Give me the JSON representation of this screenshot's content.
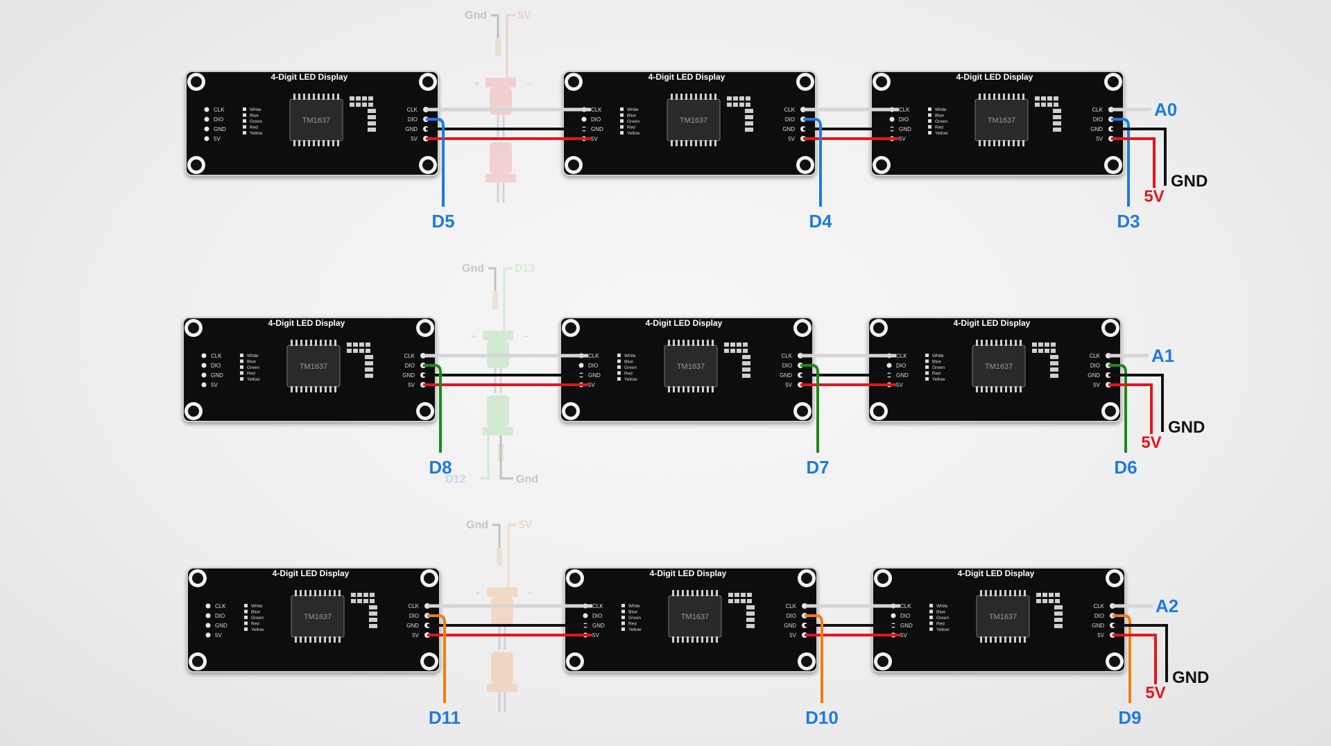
{
  "module_title": "4-Digit LED Display",
  "chip_label": "TM1637",
  "pin_labels": [
    "CLK",
    "DIO",
    "GND",
    "5V"
  ],
  "color_labels": [
    "White",
    "Blue",
    "Green",
    "Red",
    "Yellow"
  ],
  "colors": {
    "clk_wire": "#d6d6d6",
    "gnd_wire": "#111111",
    "vcc_wire": "#e3161b",
    "row1_dio": "#1e7ae0",
    "row2_dio": "#1a8a1a",
    "row3_dio": "#f07d12",
    "label_blue": "#1e7ae0",
    "label_red": "#e3161b",
    "label_black": "#111111"
  },
  "rows": [
    {
      "dio_color": "row1_dio",
      "analog_label": "A0",
      "digital_labels": [
        "D5",
        "D4",
        "D3"
      ],
      "vcc_label": "5V",
      "gnd_label": "GND",
      "faded_led": {
        "color": "#f08080",
        "top_left": "Gnd",
        "top_right": "5V"
      }
    },
    {
      "dio_color": "row2_dio",
      "analog_label": "A1",
      "digital_labels": [
        "D8",
        "D7",
        "D6"
      ],
      "vcc_label": "5V",
      "gnd_label": "GND",
      "faded_led": {
        "color": "#7fd07f",
        "top_left": "Gnd",
        "top_right": "D13",
        "bottom_left": "D12",
        "bottom_right": "Gnd"
      }
    },
    {
      "dio_color": "row3_dio",
      "analog_label": "A2",
      "digital_labels": [
        "D11",
        "D10",
        "D9"
      ],
      "vcc_label": "5V",
      "gnd_label": "GND",
      "faded_led": {
        "color": "#f0a25e",
        "top_left": "Gnd",
        "top_right": "5V"
      }
    }
  ]
}
